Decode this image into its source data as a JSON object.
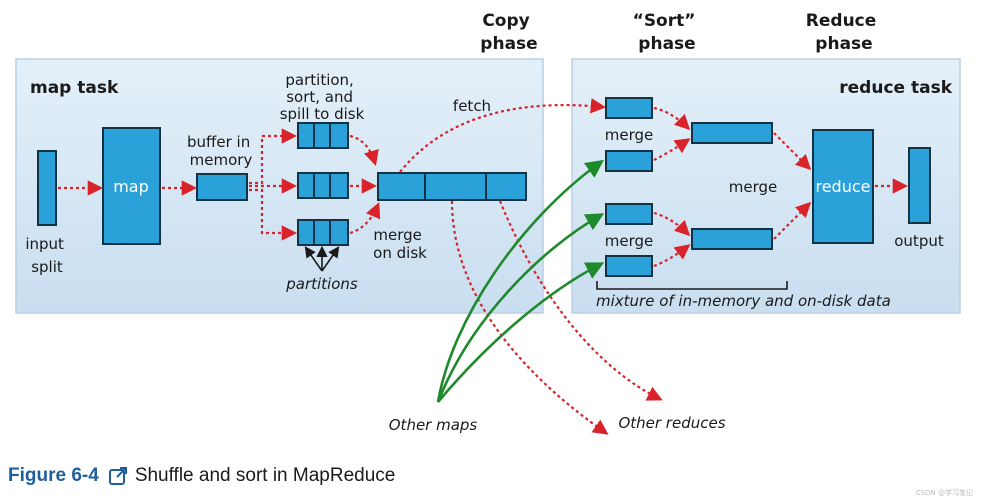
{
  "phases": {
    "copy": [
      "Copy",
      "phase"
    ],
    "sort": [
      "“Sort”",
      "phase"
    ],
    "reduce": [
      "Reduce",
      "phase"
    ]
  },
  "map_side": {
    "title": "map task",
    "input_split": [
      "input",
      "split"
    ],
    "map": "map",
    "buffer": [
      "buffer in",
      "memory"
    ],
    "partition": [
      "partition,",
      "sort, and",
      "spill to disk"
    ],
    "partitions": "partitions",
    "merge_on_disk": [
      "merge",
      "on disk"
    ],
    "fetch": "fetch"
  },
  "reduce_side": {
    "title": "reduce task",
    "merge_top": "merge",
    "merge_mid": "merge",
    "merge_bottom": "merge",
    "reduce": "reduce",
    "output": "output",
    "mixture": "mixture of in-memory and on-disk data"
  },
  "outside": {
    "other_maps": "Other maps",
    "other_reduces": "Other reduces"
  },
  "caption": {
    "figure_number": "Figure 6-4",
    "title": "Shuffle and sort in MapReduce"
  },
  "watermark": "CSDN @学习笔记",
  "colors": {
    "block": "#2ba1d9",
    "panel": "#d7e8f5",
    "arrow_red": "#d8232a",
    "arrow_green": "#1e8a2c",
    "figure_number": "#1f5f9e"
  }
}
